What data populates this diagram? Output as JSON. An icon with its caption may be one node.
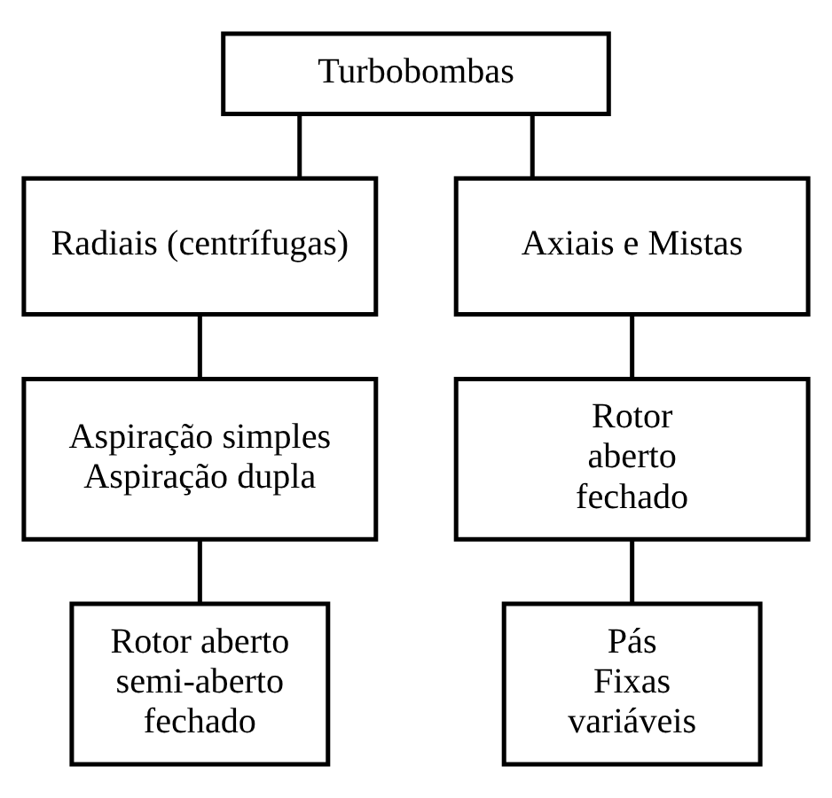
{
  "diagram": {
    "nodes": [
      {
        "text": [
          "Turbobombas"
        ]
      },
      {
        "text": [
          "Radiais (centrífugas)"
        ]
      },
      {
        "text": [
          "Axiais e Mistas"
        ]
      },
      {
        "text": [
          "Aspiração simples",
          "Aspiração dupla"
        ]
      },
      {
        "text": [
          "Rotor",
          "aberto",
          "fechado"
        ]
      },
      {
        "text": [
          "Rotor aberto",
          "semi-aberto",
          "fechado"
        ]
      },
      {
        "text": [
          "Pás",
          "Fixas",
          "variáveis"
        ]
      }
    ],
    "edges": [
      {
        "from": 0,
        "to": 1,
        "arrow": "none"
      },
      {
        "from": 0,
        "to": 2,
        "arrow": "none"
      },
      {
        "from": 1,
        "to": 3,
        "arrow": "none"
      },
      {
        "from": 2,
        "to": 4,
        "arrow": "none"
      },
      {
        "from": 3,
        "to": 5,
        "arrow": "none"
      },
      {
        "from": 4,
        "to": 6,
        "arrow": "none"
      }
    ]
  }
}
